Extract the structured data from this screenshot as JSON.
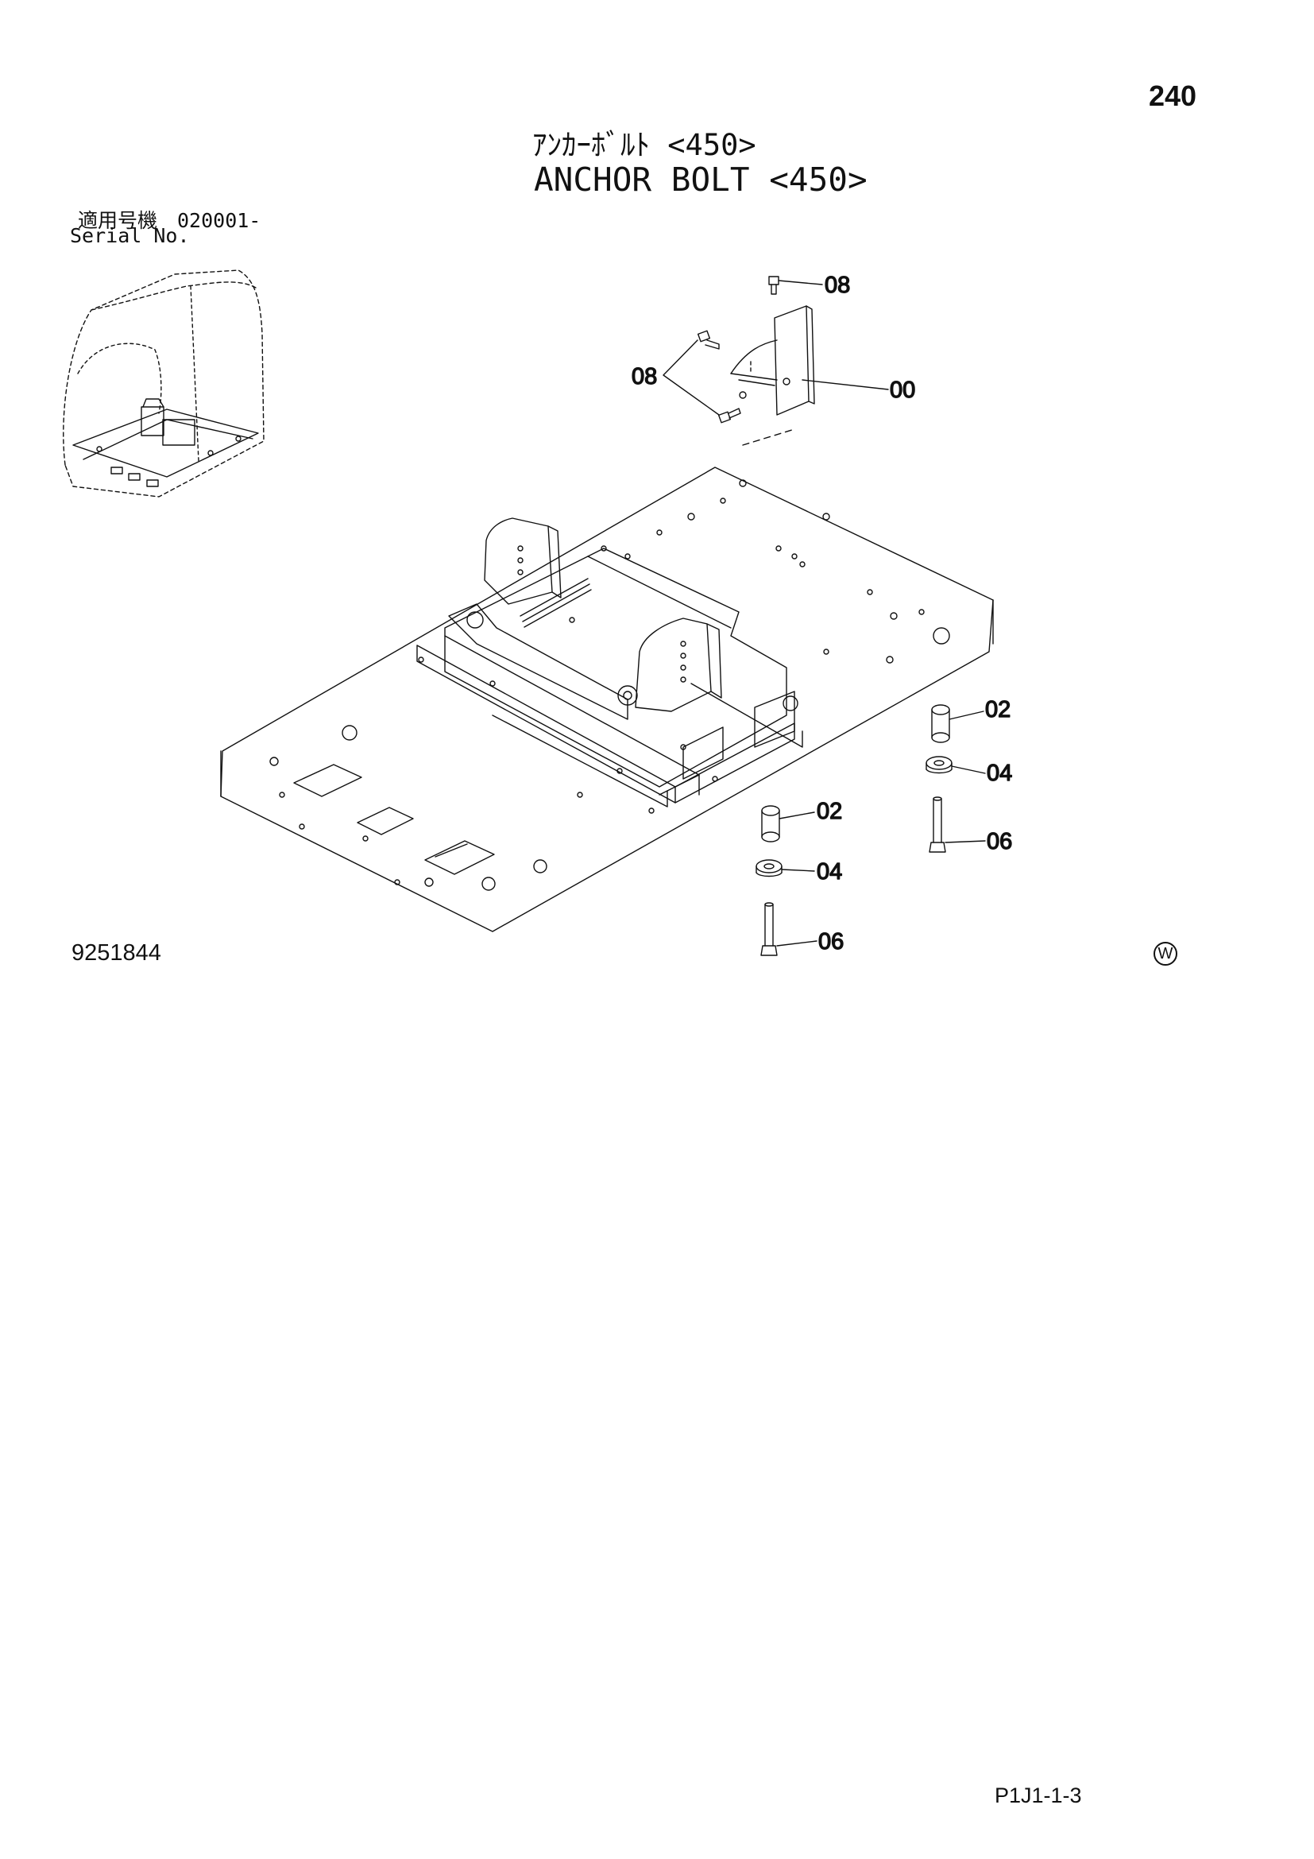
{
  "header": {
    "page_number": "240",
    "title_ja": "ｱﾝｶｰﾎﾞﾙﾄ <450>",
    "title_en": "ANCHOR BOLT <450>"
  },
  "serial": {
    "label_ja": "適用号機　020001-",
    "label_en": "Serial No."
  },
  "drawing": {
    "inset_icon": "cab-overview-icon",
    "callouts": {
      "c08_top": "08",
      "c08_left": "08",
      "c00": "00",
      "c02_right": "02",
      "c04_right": "04",
      "c06_right": "06",
      "c02_left": "02",
      "c04_left": "04",
      "c06_left": "06"
    }
  },
  "footer": {
    "drawing_number": "9251844",
    "mark": "W",
    "page_code": "P1J1-1-3"
  }
}
